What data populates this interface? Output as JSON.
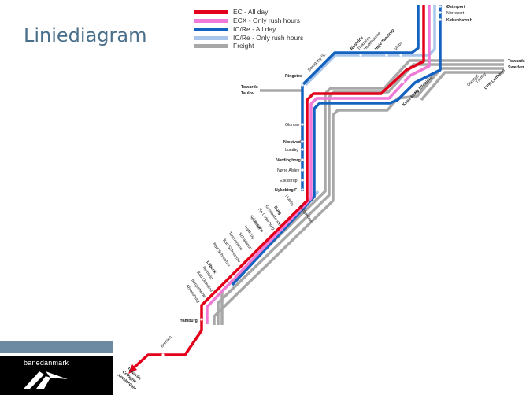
{
  "title": "Liniediagram",
  "brand": "banedanmark",
  "colors": {
    "ec": "#e3001b",
    "ecx": "#f07ad8",
    "icre": "#1463c0",
    "icre_rush": "#a9c6ea",
    "freight": "#a8a8a8"
  },
  "legend": [
    {
      "key": "ec",
      "label": "EC - All day"
    },
    {
      "key": "ecx",
      "label": "ECX - Only rush hours"
    },
    {
      "key": "icre",
      "label": "IC/Re - All day"
    },
    {
      "key": "icre_rush",
      "label": "IC/Re - Only rush hours"
    },
    {
      "key": "freight",
      "label": "Freight"
    }
  ],
  "stations": {
    "osterport": "Østerport",
    "norreport": "Nørreport",
    "kobenhavn": "København H",
    "hoje_taastrup": "Høje Taastrup",
    "hedehusene": "Hedehusene",
    "trekroner": "Trekroner",
    "roskilde": "Roskilde",
    "valby": "Valby",
    "viby": "Viby Sj.",
    "borup": "Borup",
    "ringsted": "Ringsted",
    "glumso": "Glumsø",
    "naestved": "Næstved",
    "lundby": "Lundby",
    "vordingborg": "Vordingborg",
    "norre_alslev": "Nørre Alslev",
    "eskilstrup": "Eskilstrup",
    "nykobing": "Nykøbing F",
    "holeby": "Holeby",
    "ny_ellebjerg": "Ny Ellebjerg",
    "koge_nord": "Køge Nord",
    "cph_lufthavn": "CPH Lufthavn",
    "tarnby": "Tårnby",
    "orestad": "Ørestad",
    "puttgarden": "Puttgarden",
    "burg": "Burg",
    "grossenbrode": "Großenbrode",
    "oldenburg": "Hp Oldenburg",
    "lensahn": "Lensahn",
    "neustadt": "Neustadt",
    "haffkrug": "Haffkrug",
    "scharbeutz": "Scharbeutz",
    "timmendorf": "Timmendorf",
    "bad_schwartau": "Bad Schwartau",
    "lubeck": "Lübeck",
    "reinfeld": "Reinfeld",
    "bad_oldesloe": "Bad Oldesloe",
    "bargteheide": "Bargteheide",
    "ahrensburg": "Ahrensburg",
    "hamburg": "Hamburg",
    "bremen": "Bremen"
  },
  "towards": {
    "sweden": [
      "Towards",
      "Sweden"
    ],
    "taulov": [
      "Towards",
      "Taulov"
    ],
    "south": [
      "Towards",
      "Cologne",
      "Amsterdam"
    ]
  }
}
